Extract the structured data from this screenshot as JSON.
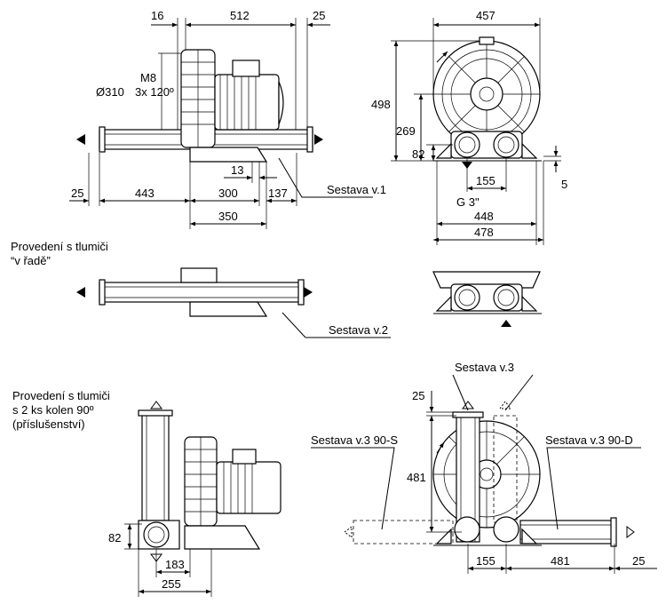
{
  "top_side": {
    "dims": {
      "d16": "16",
      "d512": "512",
      "d25": "25",
      "m8": "M8",
      "d310": "Ø310",
      "deg": "3x 120º",
      "d13": "13",
      "d25b": "25",
      "d443": "443",
      "d300": "300",
      "d137": "137",
      "d350": "350"
    },
    "label": "Sestava v.1"
  },
  "front": {
    "dims": {
      "d457": "457",
      "d498": "498",
      "d269": "269",
      "d82": "82",
      "d155": "155",
      "d5": "5",
      "g3": "G 3\"",
      "d448": "448",
      "d478": "478"
    }
  },
  "inline": {
    "note_line1": "Provedení s tlumiči",
    "note_line2": "“v řadě”",
    "label": "Sestava v.2"
  },
  "elbows": {
    "note_line1": "Provedení s tlumiči",
    "note_line2": "s 2 ks kolen 90º",
    "note_line3": "(příslušenství)",
    "dims": {
      "d82": "82",
      "d183": "183",
      "d255": "255"
    }
  },
  "elbow_front": {
    "label_v3": "Sestava v.3",
    "label_s": "Sestava v.3 90-S",
    "label_d": "Sestava v.3 90-D",
    "dims": {
      "d25": "25",
      "d481": "481",
      "d155": "155",
      "d481b": "481",
      "d25b": "25"
    }
  }
}
